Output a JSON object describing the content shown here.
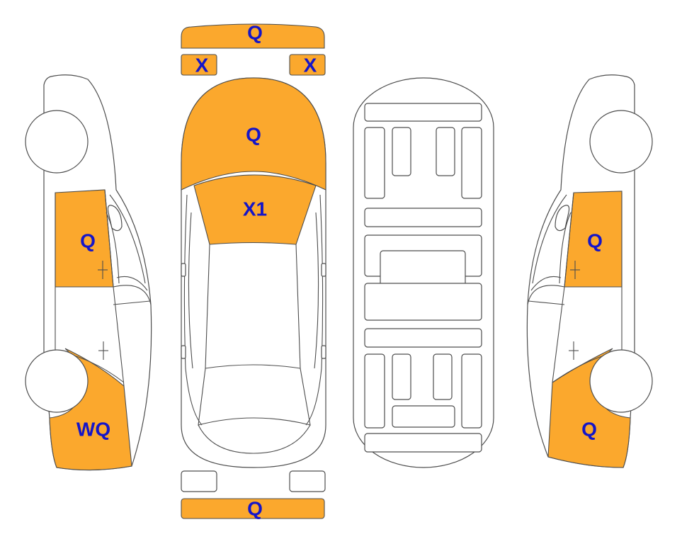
{
  "colors": {
    "damage_fill": "#FBA82D",
    "label_text": "#1515C8",
    "outline": "#4D4D4D"
  },
  "labels": {
    "rear_bumper_top": "Q",
    "rear_corner_left": "X",
    "rear_corner_right": "X",
    "trunk_lid": "Q",
    "rear_window": "X1",
    "left_rear_door": "Q",
    "left_front_fender": "WQ",
    "right_rear_door": "Q",
    "right_front_fender": "Q",
    "front_bumper": "Q"
  }
}
